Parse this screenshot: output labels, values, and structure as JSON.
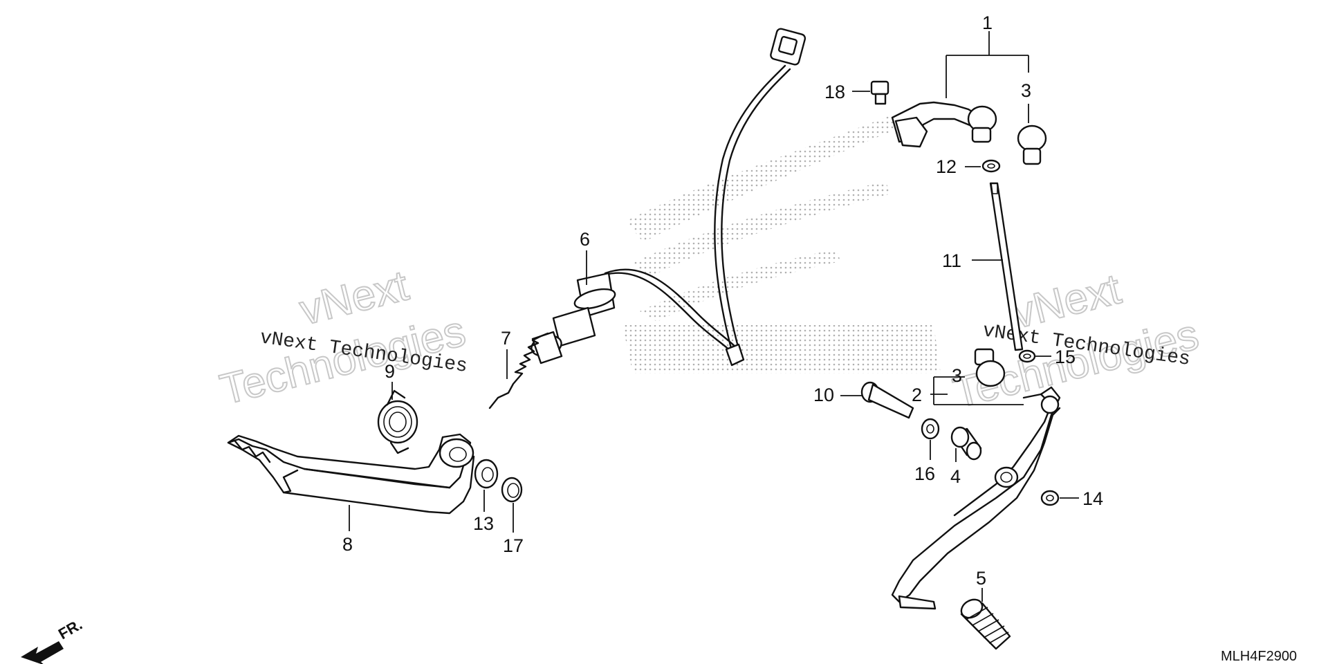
{
  "diagram": {
    "callouts": [
      {
        "id": "c1",
        "label": "1"
      },
      {
        "id": "c2",
        "label": "2"
      },
      {
        "id": "c3a",
        "label": "3"
      },
      {
        "id": "c3b",
        "label": "3"
      },
      {
        "id": "c4",
        "label": "4"
      },
      {
        "id": "c5",
        "label": "5"
      },
      {
        "id": "c6",
        "label": "6"
      },
      {
        "id": "c7",
        "label": "7"
      },
      {
        "id": "c8",
        "label": "8"
      },
      {
        "id": "c9",
        "label": "9"
      },
      {
        "id": "c10",
        "label": "10"
      },
      {
        "id": "c11",
        "label": "11"
      },
      {
        "id": "c12",
        "label": "12"
      },
      {
        "id": "c13",
        "label": "13"
      },
      {
        "id": "c14",
        "label": "14"
      },
      {
        "id": "c15",
        "label": "15"
      },
      {
        "id": "c16",
        "label": "16"
      },
      {
        "id": "c17",
        "label": "17"
      },
      {
        "id": "c18",
        "label": "18"
      }
    ],
    "direction_label": "FR.",
    "diagram_code": "MLH4F2900",
    "watermarks": [
      {
        "line1": "vNext",
        "line2": "Technologies",
        "caption": "vNext Technologies"
      },
      {
        "line1": "vNext",
        "line2": "Technologies",
        "caption": "vNext Technologies"
      }
    ]
  }
}
